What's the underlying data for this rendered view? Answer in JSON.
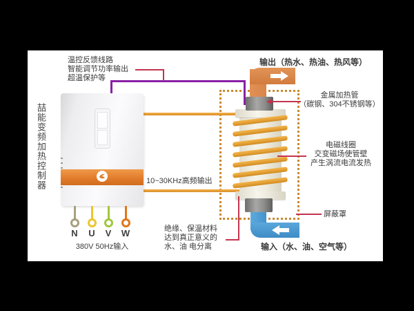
{
  "labels": {
    "feedback": [
      "温控反馈线路",
      "智能调节功率输出",
      "超温保护等"
    ],
    "output": "输出（热水、热油、热风等）",
    "heating_pipe": [
      "金属加热管",
      "（碳钢、304不锈钢等）"
    ],
    "coil": [
      "电磁线圈",
      "交变磁场使管壁",
      "产生涡流电流发热"
    ],
    "shield": "屏蔽罩",
    "input": "输入（水、油、空气等）",
    "hf_output": "10~30KHz高频输出",
    "insulation": [
      "绝缘、保温材料",
      "达到真正意义的",
      "水、油 电分离"
    ],
    "brand_vertical": "喆能变频加热控制器",
    "power_input": "380V 50Hz输入"
  },
  "terminals": [
    {
      "name": "N",
      "color": "#a89f7e"
    },
    {
      "name": "U",
      "color": "#edc52f"
    },
    {
      "name": "V",
      "color": "#a2c73b"
    },
    {
      "name": "W",
      "color": "#e2761b"
    }
  ],
  "colors": {
    "background": "#000000",
    "canvas": "#ffffff",
    "coil_orange": "#e3a035",
    "output_pipe_orange": "#d9854a",
    "input_pipe_blue": "#4e9fd6",
    "feedback_line_purple": "#8a1fa6",
    "pointer_red": "#c3344e",
    "shield_dash_brown": "#c9892e",
    "controller_band_orange": "#e07a2a",
    "text": "#3b3b3b"
  }
}
